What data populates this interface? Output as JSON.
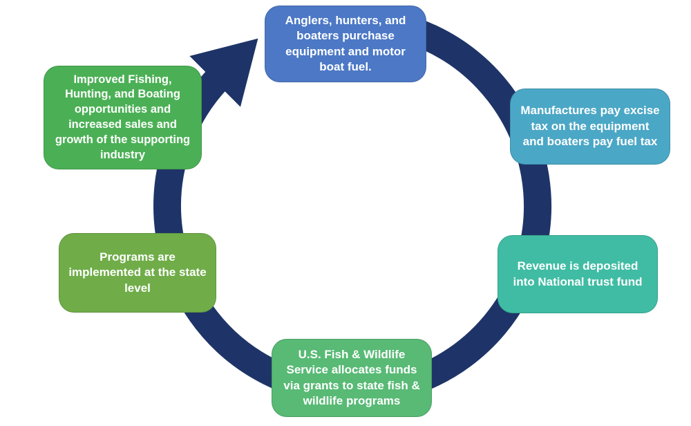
{
  "diagram": {
    "background_color": "#ffffff",
    "ring_color": "#1e3468",
    "ring_direction": "clockwise",
    "nodes": [
      {
        "id": "purchase",
        "position": "top",
        "color": "#4c78c6",
        "label": [
          "Anglers, hunters, and",
          "boaters purchase",
          "equipment and motor",
          "boat fuel."
        ]
      },
      {
        "id": "excise-tax",
        "position": "upper-right",
        "color": "#4ba7c6",
        "label": [
          "Manufactures pay excise",
          "tax on the equipment",
          "and boaters pay fuel tax"
        ]
      },
      {
        "id": "revenue-deposit",
        "position": "lower-right",
        "color": "#40bca4",
        "label": [
          "Revenue is deposited",
          "into National trust fund"
        ]
      },
      {
        "id": "usfws-grants",
        "position": "bottom",
        "color": "#58ba75",
        "label": [
          "U.S. Fish & Wildlife",
          "Service allocates funds",
          "via grants to state fish &",
          "wildlife programs"
        ]
      },
      {
        "id": "state-programs",
        "position": "lower-left",
        "color": "#70ad49",
        "label": [
          "Programs are",
          "implemented at the state",
          "level"
        ]
      },
      {
        "id": "improved-opportunities",
        "position": "upper-left",
        "color": "#4bb055",
        "label": [
          "Improved Fishing,",
          "Hunting, and Boating",
          "opportunities and",
          "increased sales and",
          "growth of the supporting",
          "industry"
        ]
      }
    ]
  }
}
